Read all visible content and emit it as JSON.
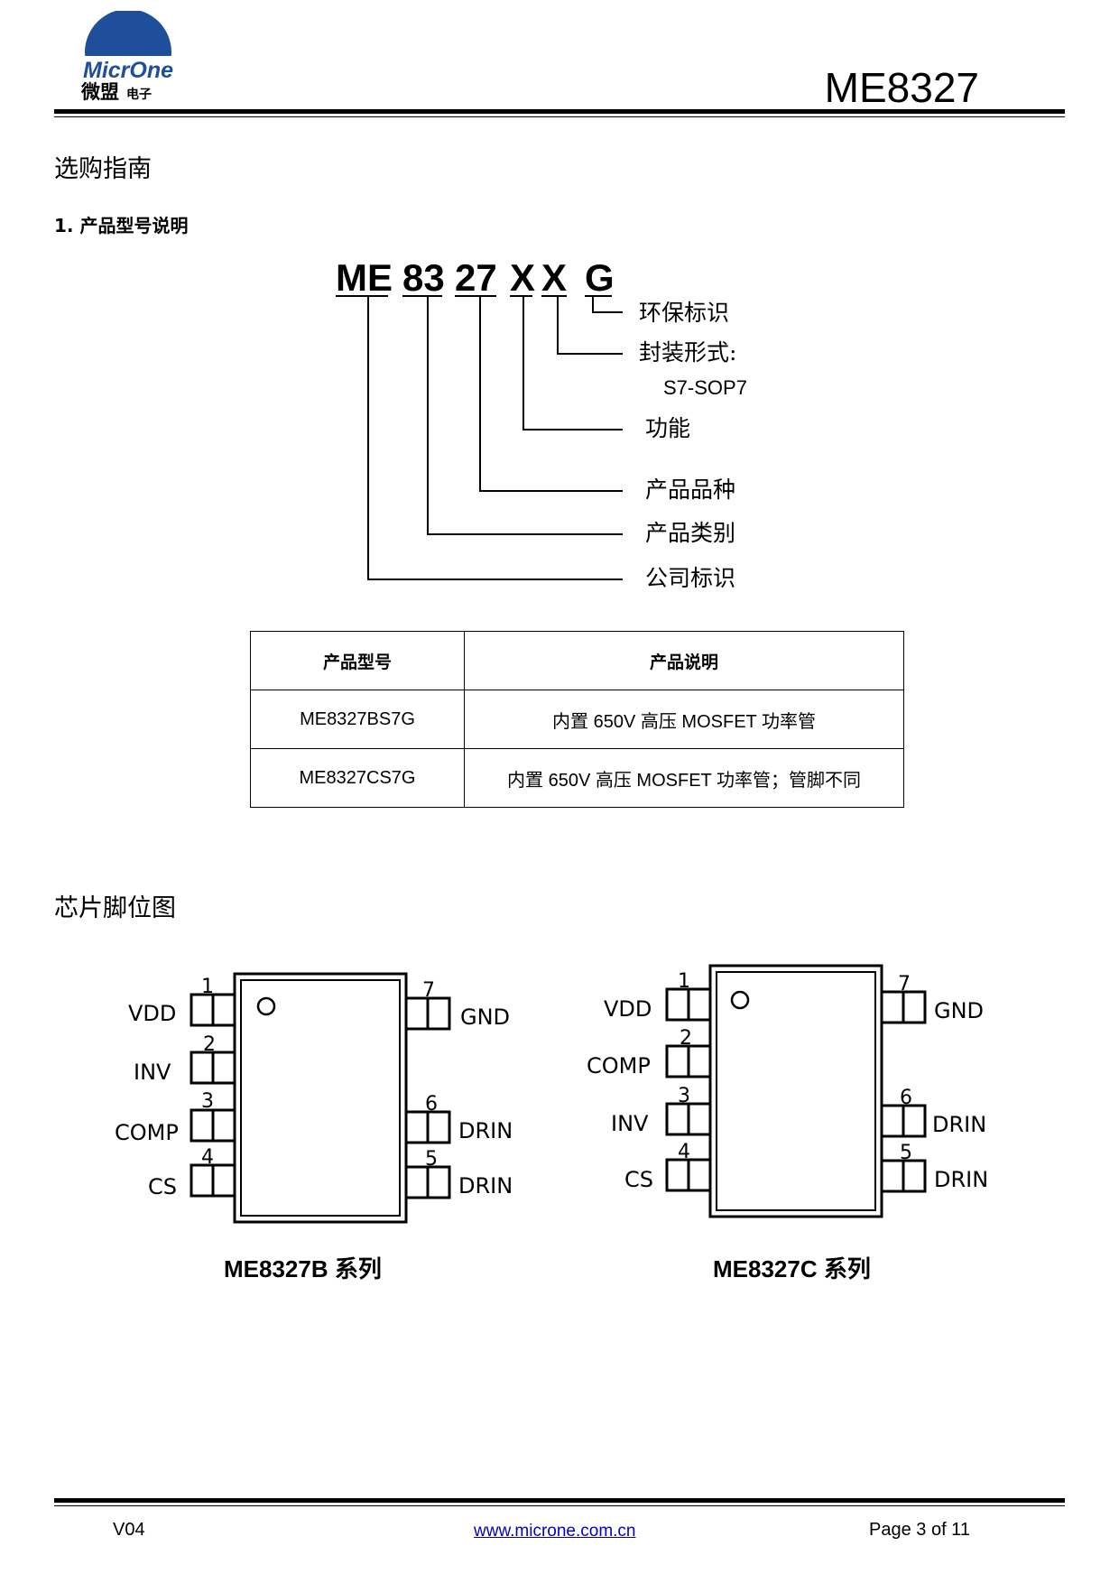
{
  "header": {
    "logo_text_en": "MicrOne",
    "logo_text_cn": "微盟",
    "logo_text_cn_small": "电子",
    "model": "ME8327"
  },
  "section1": {
    "title": "选购指南",
    "subtitle": "1.   产品型号说明"
  },
  "part_number": {
    "segments": [
      "ME",
      "83",
      "27",
      "X",
      "X",
      "G"
    ],
    "labels": {
      "env": "环保标识",
      "pkg": "封装形式:",
      "pkg_value": "S7-SOP7",
      "func": "功能",
      "variant": "产品品种",
      "category": "产品类别",
      "company": "公司标识"
    }
  },
  "table": {
    "headers": [
      "产品型号",
      "产品说明"
    ],
    "rows": [
      [
        "ME8327BS7G",
        "内置 650V 高压 MOSFET 功率管"
      ],
      [
        "ME8327CS7G",
        "内置 650V 高压 MOSFET 功率管；管脚不同"
      ]
    ]
  },
  "section2": {
    "title": "芯片脚位图"
  },
  "pinouts": {
    "b": {
      "caption": "ME8327B 系列",
      "left": [
        {
          "num": "1",
          "name": "VDD"
        },
        {
          "num": "2",
          "name": "INV"
        },
        {
          "num": "3",
          "name": "COMP"
        },
        {
          "num": "4",
          "name": "CS"
        }
      ],
      "right": [
        {
          "num": "7",
          "name": "GND"
        },
        {
          "num": "6",
          "name": "DRIN"
        },
        {
          "num": "5",
          "name": "DRIN"
        }
      ]
    },
    "c": {
      "caption": "ME8327C 系列",
      "left": [
        {
          "num": "1",
          "name": "VDD"
        },
        {
          "num": "2",
          "name": "COMP"
        },
        {
          "num": "3",
          "name": "INV"
        },
        {
          "num": "4",
          "name": "CS"
        }
      ],
      "right": [
        {
          "num": "7",
          "name": "GND"
        },
        {
          "num": "6",
          "name": "DRIN"
        },
        {
          "num": "5",
          "name": "DRIN"
        }
      ]
    }
  },
  "footer": {
    "version": "V04",
    "url": "www.microne.com.cn",
    "page": "Page 3 of 11"
  },
  "colors": {
    "logo_blue": "#1f4e9a",
    "link": "#0000cc"
  }
}
